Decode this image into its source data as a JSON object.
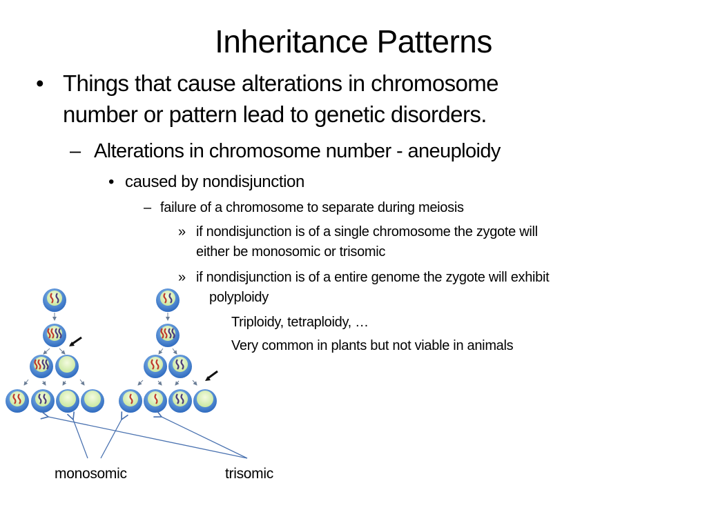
{
  "slide": {
    "title": "Inheritance Patterns",
    "bullets": {
      "b1_line1": "Things that cause alterations in chromosome",
      "b1_line2": "number or pattern lead to genetic disorders.",
      "b2": "Alterations in chromosome number - aneuploidy",
      "b3": "caused by nondisjunction",
      "b4": "failure of a chromosome to separate during meiosis",
      "b5_line1": "if nondisjunction is of a single chromosome the zygote will",
      "b5_line2": "either be monosomic or trisomic",
      "b6_line1": "if nondisjunction is of a entire genome the zygote will exhibit",
      "b6_line2": "polyploidy",
      "b7": "Triploidy, tetraploidy, …",
      "b8": "Very common in plants but not viable in animals"
    },
    "markers": {
      "bullet": "•",
      "dash": "–",
      "raquo": "»"
    },
    "diagram": {
      "label_left": "monosomic",
      "label_right": "trisomic",
      "colors": {
        "cell_blue": "#3f7cc9",
        "cell_inner": "#d6f0b0",
        "chrom_red": "#c0392b",
        "chrom_purple": "#4b3a78",
        "arrow_line": "#4a72b0"
      }
    }
  }
}
